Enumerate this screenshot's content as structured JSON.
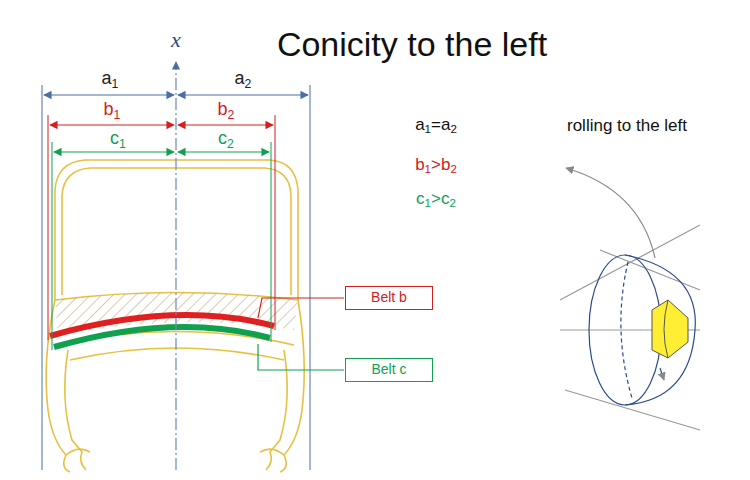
{
  "diagram": {
    "title": "Conicity to the left",
    "nodes": [
      {
        "text": [
          "Belt b"
        ]
      },
      {
        "text": [
          "Belt c"
        ]
      }
    ],
    "labels": [
      "x",
      "a1",
      "a2",
      "b1",
      "b2",
      "c1",
      "c2",
      "a1=a2",
      "b1>b2",
      "c1>c2",
      "rolling to the left"
    ]
  }
}
